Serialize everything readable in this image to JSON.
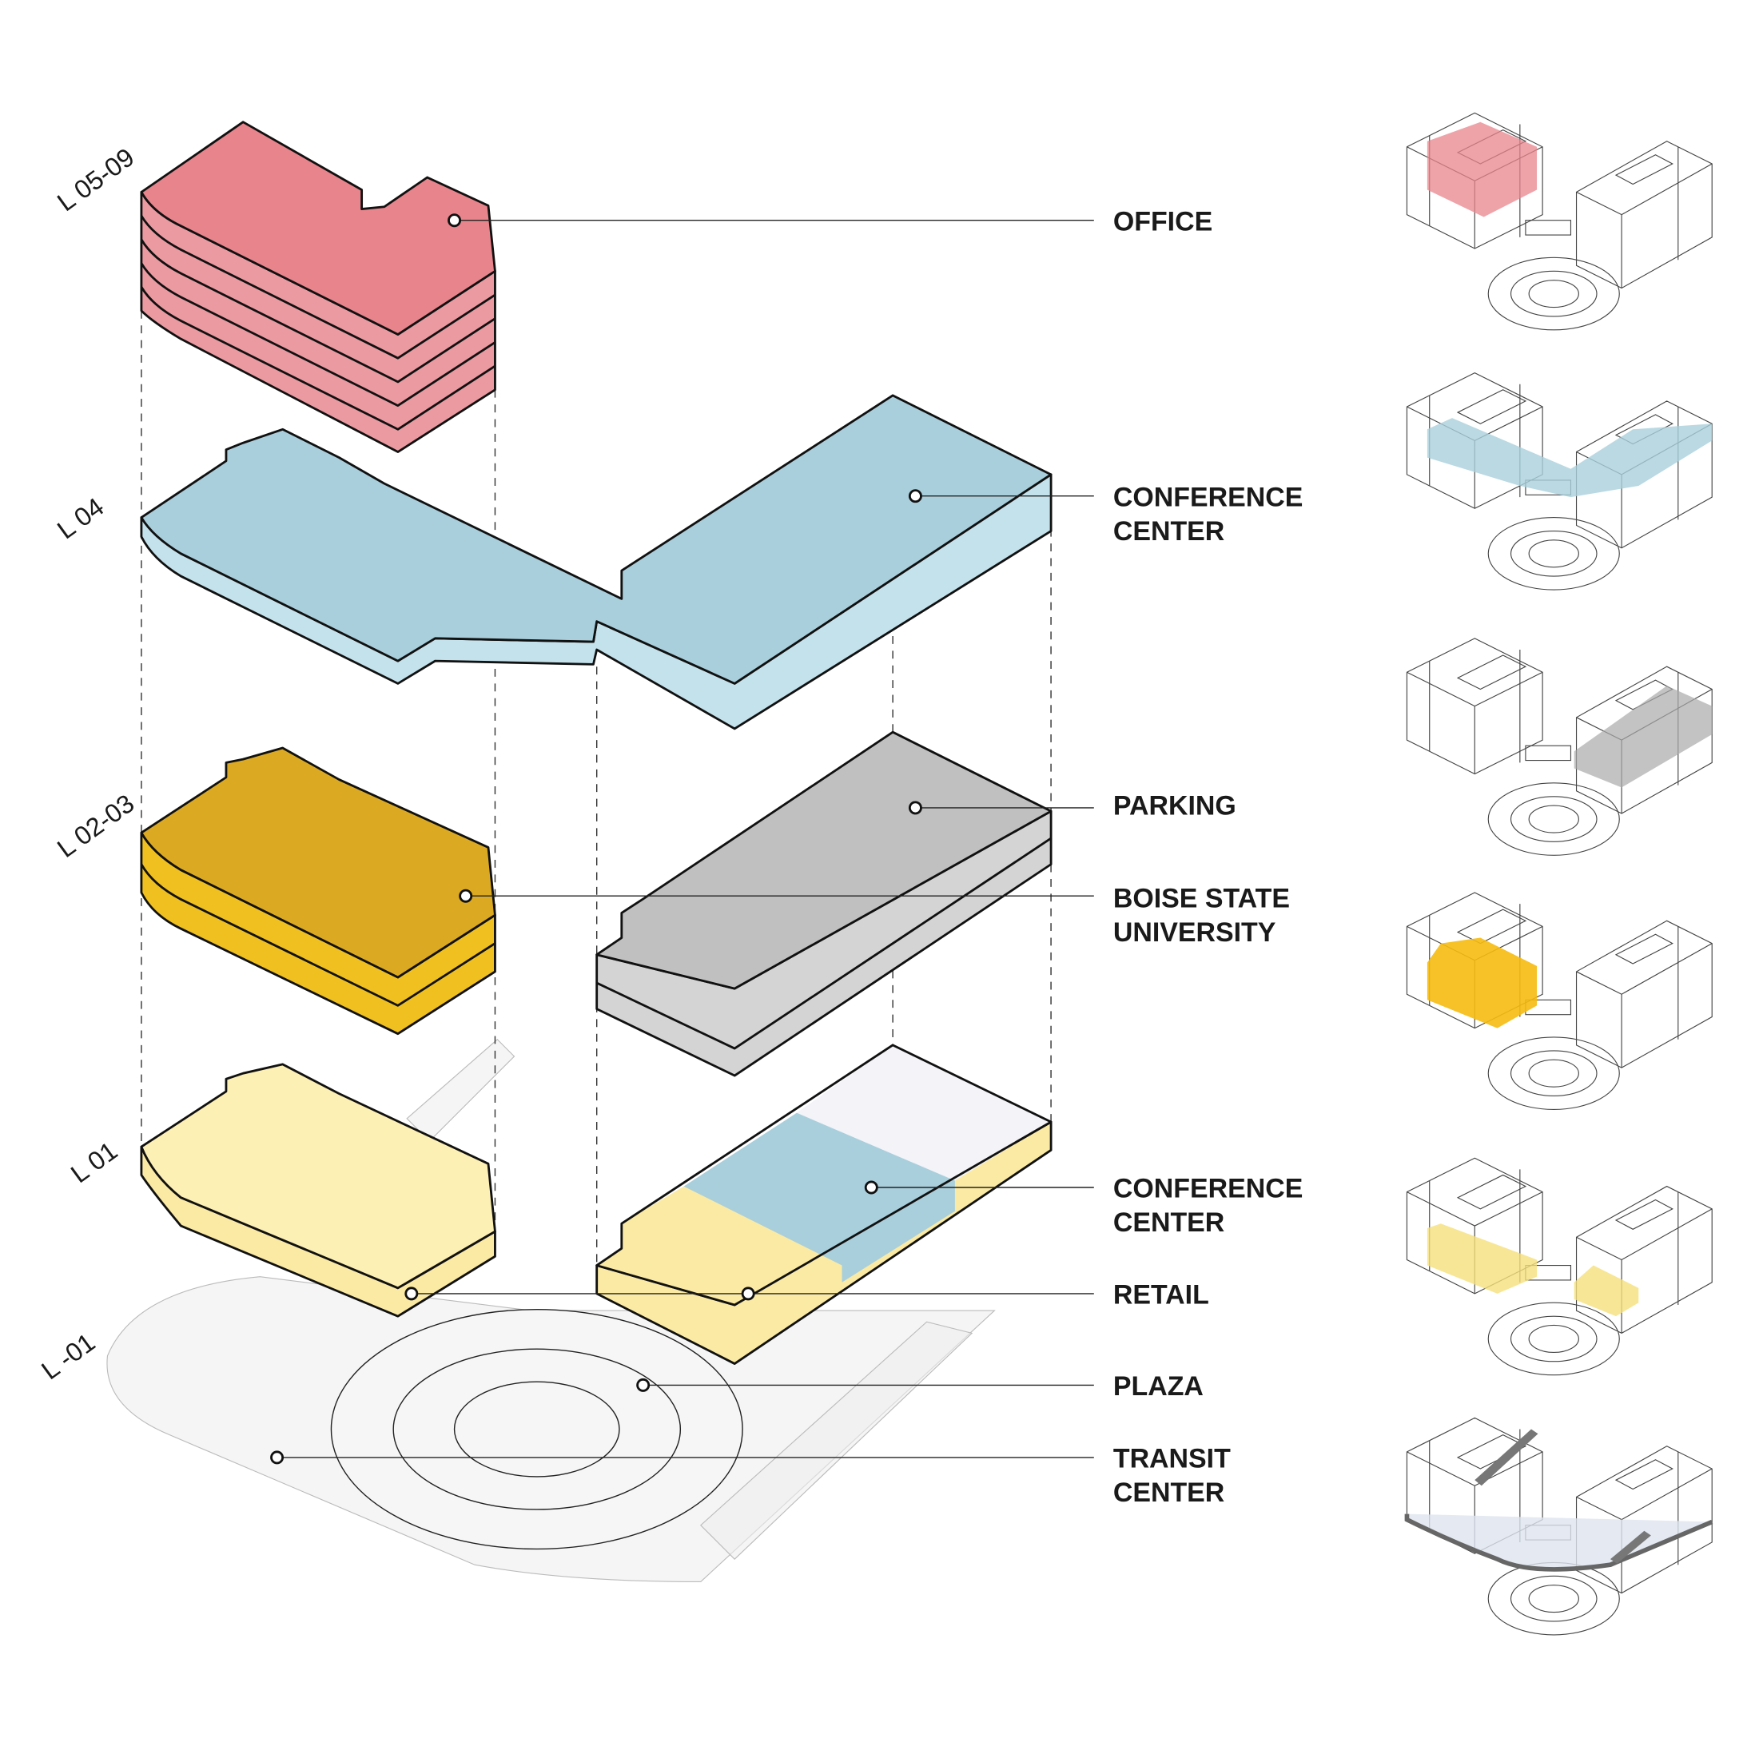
{
  "levels": {
    "l05_09": "L 05-09",
    "l04": "L 04",
    "l02_03": "L 02-03",
    "l01": "L 01",
    "lm01": "L -01"
  },
  "programs": {
    "office": "OFFICE",
    "conference_upper": [
      "CONFERENCE",
      "CENTER"
    ],
    "parking": "PARKING",
    "boise_state": [
      "BOISE STATE",
      "UNIVERSITY"
    ],
    "conference_lower": [
      "CONFERENCE",
      "CENTER"
    ],
    "retail": "RETAIL",
    "plaza": "PLAZA",
    "transit": [
      "TRANSIT",
      "CENTER"
    ]
  },
  "colors": {
    "office": "#e8848c",
    "conference": "#a9cfdc",
    "parking": "#c4c4c4",
    "university": "#dcaa22",
    "retail": "#fbeaa4",
    "ground": "#ececec"
  },
  "thumbnails": [
    "office",
    "conference",
    "parking",
    "university",
    "retail",
    "transit"
  ]
}
